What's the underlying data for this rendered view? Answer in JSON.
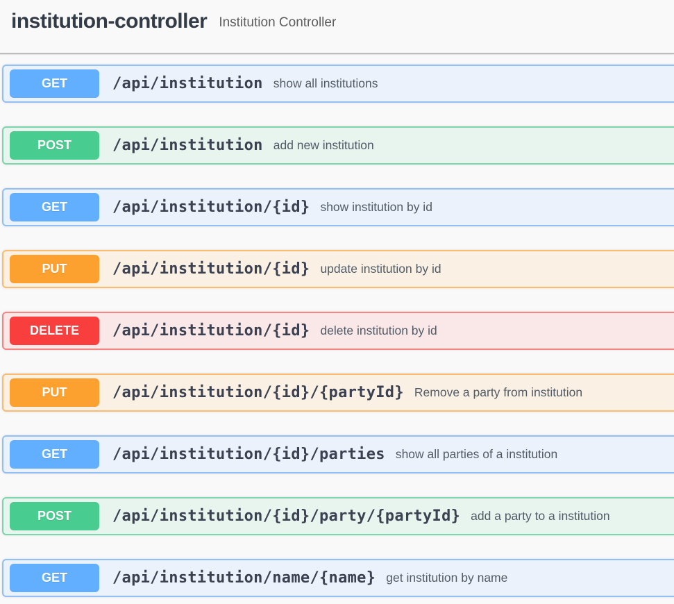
{
  "header": {
    "title": "institution-controller",
    "subtitle": "Institution Controller"
  },
  "method_colors": {
    "get": {
      "badge": "#61affe",
      "background": "#ebf2fb",
      "border": "#92bff4"
    },
    "post": {
      "badge": "#49cc90",
      "background": "#e8f5ef",
      "border": "#7cd5ac"
    },
    "put": {
      "badge": "#fca130",
      "background": "#faf1e4",
      "border": "#f9bc70"
    },
    "delete": {
      "badge": "#f93e3e",
      "background": "#fae7e7",
      "border": "#f68482"
    }
  },
  "endpoints": [
    {
      "method": "GET",
      "path": "/api/institution",
      "description": "show all institutions"
    },
    {
      "method": "POST",
      "path": "/api/institution",
      "description": "add new institution"
    },
    {
      "method": "GET",
      "path": "/api/institution/{id}",
      "description": "show institution by id"
    },
    {
      "method": "PUT",
      "path": "/api/institution/{id}",
      "description": "update institution by id"
    },
    {
      "method": "DELETE",
      "path": "/api/institution/{id}",
      "description": "delete institution by id"
    },
    {
      "method": "PUT",
      "path": "/api/institution/{id}/{partyId}",
      "description": "Remove a party from institution"
    },
    {
      "method": "GET",
      "path": "/api/institution/{id}/parties",
      "description": "show all parties of a institution"
    },
    {
      "method": "POST",
      "path": "/api/institution/{id}/party/{partyId}",
      "description": "add a party to a institution"
    },
    {
      "method": "GET",
      "path": "/api/institution/name/{name}",
      "description": "get institution by name"
    }
  ]
}
